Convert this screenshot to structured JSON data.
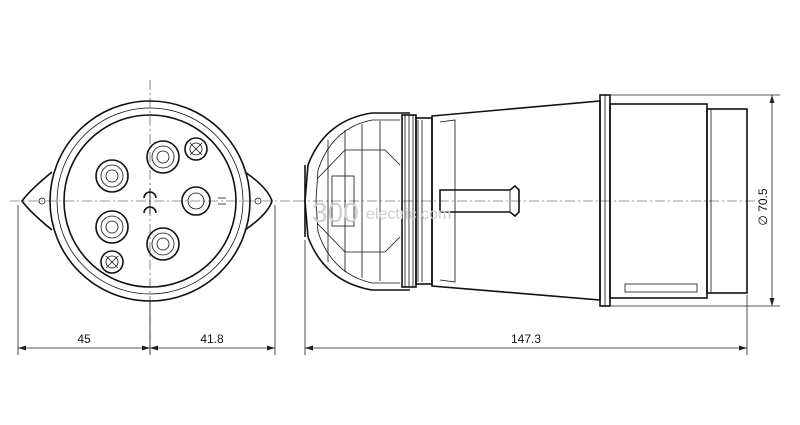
{
  "dimensions": {
    "left_width": "45",
    "mid_width": "41.8",
    "length": "147.3",
    "diameter": "∅ 70.5"
  },
  "watermark": {
    "main": "300",
    "sub": "electric.com"
  }
}
